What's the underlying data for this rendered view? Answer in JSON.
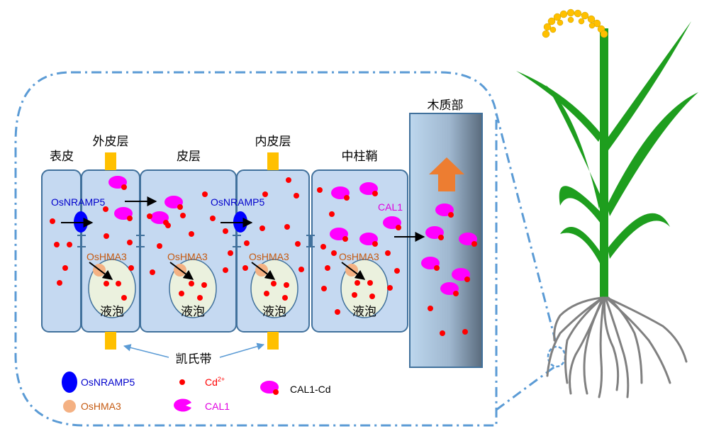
{
  "tissue_labels": {
    "epidermis": "表皮",
    "exodermis": "外皮层",
    "cortex": "皮层",
    "endodermis": "内皮层",
    "pericycle": "中柱鞘",
    "xylem": "木质部"
  },
  "transporter_labels": {
    "nramp5_a": "OsNRAMP5",
    "nramp5_b": "OsNRAMP5",
    "hma3_a": "OsHMA3",
    "hma3_b": "OsHMA3",
    "hma3_c": "OsHMA3",
    "hma3_d": "OsHMA3"
  },
  "cal1_label": "CAL1",
  "vacuole_label": "液泡",
  "casparian_label": "凯氏带",
  "legend": {
    "nramp5": "OsNRAMP5",
    "hma3": "OsHMA3",
    "cd_base": "Cd",
    "cd_sup": "2+",
    "cal1": "CAL1",
    "cal1_cd": "CAL1-Cd"
  },
  "colors": {
    "cell_fill": "#c5d9f1",
    "cell_stroke": "#41719c",
    "vacuole_fill": "#ebf1de",
    "nramp5": "#0000ff",
    "hma3": "#f4b183",
    "cd": "#ff0000",
    "cal1": "#ff00ff",
    "casparian": "#ffc000",
    "arrow_up": "#ed7d31",
    "dash": "#5b9bd5",
    "leaf": "#1e9e1e",
    "grain": "#ffc000",
    "root": "#7f7f7f",
    "nramp5_text": "#0000cc",
    "hma3_text": "#c55a11",
    "cal1_text": "#e000e0"
  }
}
